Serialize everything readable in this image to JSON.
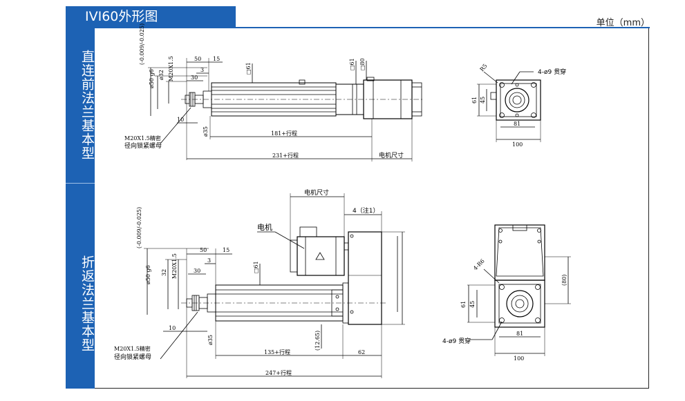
{
  "header": {
    "title": "IVI60外形图",
    "unit": "单位（mm）"
  },
  "sidebar": {
    "top_label": "直连前法兰基本型",
    "bottom_label": "折返法兰基本型"
  },
  "colors": {
    "brand_blue": "#1d62b4",
    "line": "#000000"
  },
  "top_view": {
    "tolerance": "(-0.009/-0.025)",
    "d50": "ø50 g6",
    "d32": "ø32",
    "m20": "M20X1.5",
    "d35": "ø35",
    "d61": "□61",
    "d61b": "□61",
    "d80": "□80",
    "nut_label_1": "M20X1.5精密",
    "nut_label_2": "径向锁紧螺母",
    "len_181": "181+行程",
    "len_231": "231+行程",
    "motor_size": "电机尺寸",
    "dims": {
      "a50": "50",
      "a15": "15",
      "a3": "3",
      "a30": "30",
      "a10": "10"
    }
  },
  "top_end": {
    "r5": "R5",
    "holes": "4-ø9 贯穿",
    "h61": "61",
    "h45": "45",
    "w81": "81",
    "w100": "100"
  },
  "bottom_view": {
    "tolerance": "(-0.009/-0.025)",
    "d50": "ø50 g6",
    "d32": "32",
    "m20": "M20X1.5",
    "d35": "ø35",
    "d61": "□61",
    "motor_size": "电机尺寸",
    "note": "4（注1）",
    "motor": "电机",
    "d1265": "(12.65)",
    "nut_label_1": "M20X1.5精密",
    "nut_label_2": "径向锁紧螺母",
    "len_135": "135+行程",
    "len_62": "62",
    "len_247": "247+行程",
    "dims": {
      "a50": "50",
      "a15": "15",
      "a3": "3",
      "a30": "30",
      "a10": "10"
    }
  },
  "bottom_end": {
    "r6": "4-R6",
    "holes": "4-ø9 贯穿",
    "h61": "61",
    "h45": "45",
    "h80": "(80)",
    "w81": "81",
    "w100": "100"
  }
}
